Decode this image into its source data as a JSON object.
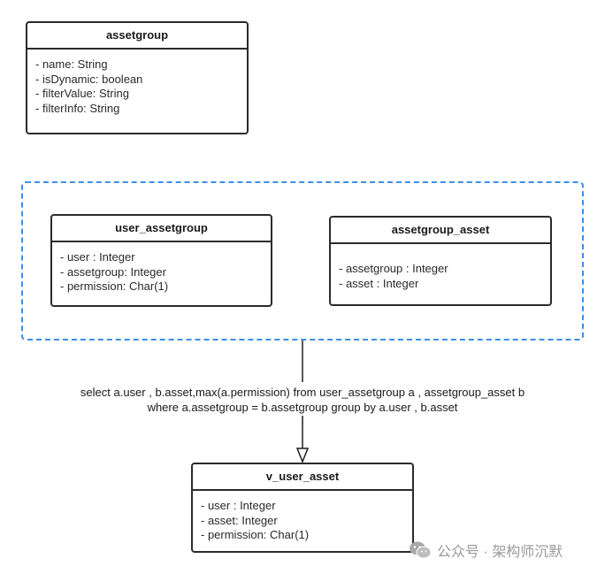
{
  "classes": {
    "assetgroup": {
      "title": "assetgroup",
      "attributes": [
        "- name: String",
        "- isDynamic: boolean",
        "- filterValue: String",
        "- filterInfo: String"
      ]
    },
    "user_assetgroup": {
      "title": "user_assetgroup",
      "attributes": [
        "- user : Integer",
        "- assetgroup: Integer",
        "- permission: Char(1)"
      ]
    },
    "assetgroup_asset": {
      "title": "assetgroup_asset",
      "attributes": [
        "- assetgroup : Integer",
        "- asset : Integer"
      ]
    },
    "v_user_asset": {
      "title": "v_user_asset",
      "attributes": [
        "- user : Integer",
        "- asset: Integer",
        "- permission: Char(1)"
      ]
    }
  },
  "connector": {
    "label_lines": [
      "select a.user , b.asset,max(a.permission) from user_assetgroup a , assetgroup_asset b",
      "where a.assetgroup = b.assetgroup group by a.user , b.asset"
    ]
  },
  "watermark": {
    "icon": "wechat-icon",
    "text": "公众号 · 架构师沉默"
  },
  "colors": {
    "group_border": "#3d8fe6",
    "class_border": "#2b2b2b",
    "watermark": "#9a9a9a"
  }
}
